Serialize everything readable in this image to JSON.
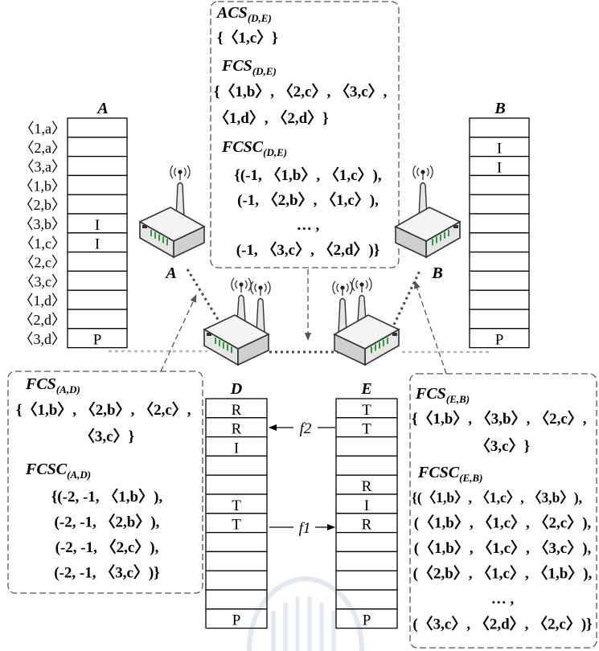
{
  "nodes": {
    "A": {
      "table_title": "A",
      "router_label": "A",
      "rows": [
        {
          "key": "〈1,a〉",
          "mark": ""
        },
        {
          "key": "〈2,a〉",
          "mark": ""
        },
        {
          "key": "〈3,a〉",
          "mark": ""
        },
        {
          "key": "〈1,b〉",
          "mark": ""
        },
        {
          "key": "〈2,b〉",
          "mark": ""
        },
        {
          "key": "〈3,b〉",
          "mark": "I"
        },
        {
          "key": "〈1,c〉",
          "mark": "I"
        },
        {
          "key": "〈2,c〉",
          "mark": ""
        },
        {
          "key": "〈3,c〉",
          "mark": ""
        },
        {
          "key": "〈1,d〉",
          "mark": ""
        },
        {
          "key": "〈2,d〉",
          "mark": ""
        },
        {
          "key": "〈3,d〉",
          "mark": "P"
        }
      ]
    },
    "B": {
      "table_title": "B",
      "router_label": "B",
      "marks": [
        "",
        "I",
        "I",
        "",
        "",
        "",
        "",
        "",
        "",
        "",
        "",
        "P"
      ]
    },
    "D": {
      "table_title": "D",
      "marks": [
        "R",
        "R",
        "I",
        "",
        "",
        "T",
        "T",
        "",
        "",
        "",
        "",
        "P"
      ]
    },
    "E": {
      "table_title": "E",
      "marks": [
        "T",
        "T",
        "",
        "",
        "R",
        "I",
        "R",
        "",
        "",
        "",
        "",
        "P"
      ]
    }
  },
  "flows": {
    "f2": "f2",
    "f1": "f1"
  },
  "boxes": {
    "de": {
      "acs_title": "ACS",
      "acs_sub": "(D,E)",
      "acs_lines": [
        "{〈1,c〉}"
      ],
      "fcs_title": "FCS",
      "fcs_sub": "(D,E)",
      "fcs_lines": [
        "{〈1,b〉, 〈2,c〉, 〈3,c〉,",
        "〈1,d〉, 〈2,d〉}"
      ],
      "fcsc_title": "FCSC",
      "fcsc_sub": "(D,E)",
      "fcsc_lines": [
        "{(-1, 〈1,b〉, 〈1,c〉),",
        "(-1, 〈2,b〉, 〈1,c〉),",
        "… ,",
        "(-1, 〈3,c〉, 〈2,d〉)}"
      ]
    },
    "ad": {
      "fcs_title": "FCS",
      "fcs_sub": "(A,D)",
      "fcs_lines": [
        "{〈1,b〉, 〈2,b〉, 〈2,c〉,",
        "〈3,c〉}"
      ],
      "fcsc_title": "FCSC",
      "fcsc_sub": "(A,D)",
      "fcsc_lines": [
        "{(-2, -1, 〈1,b〉),",
        "(-2, -1, 〈2,b〉),",
        "(-2, -1, 〈2,c〉),",
        "(-2, -1, 〈3,c〉)}"
      ]
    },
    "eb": {
      "fcs_title": "FCS",
      "fcs_sub": "(E,B)",
      "fcs_lines": [
        "{〈1,b〉, 〈3,b〉, 〈2,c〉,",
        "〈3,c〉}"
      ],
      "fcsc_title": "FCSC",
      "fcsc_sub": "(E,B)",
      "fcsc_lines": [
        "{(〈1,b〉, 〈1,c〉, 〈3,b〉),",
        "(〈1,b〉, 〈1,c〉, 〈2,c〉),",
        "(〈1,b〉, 〈1,c〉, 〈3,c〉),",
        "(〈2,b〉, 〈1,c〉, 〈1,b〉),",
        "… ,",
        "(〈3,c〉, 〈2,d〉, 〈2,c〉)}"
      ]
    }
  },
  "colors": {
    "line": "#000000",
    "dashed_box": "#555555",
    "router_body": "#e6e6e6",
    "router_dark": "#333333",
    "router_green": "#2f9a3a",
    "link": "#4a4a4a",
    "link_light": "#b5b5b5"
  },
  "icons": {
    "router": "wireless-router-icon",
    "antenna": "antenna-icon"
  }
}
